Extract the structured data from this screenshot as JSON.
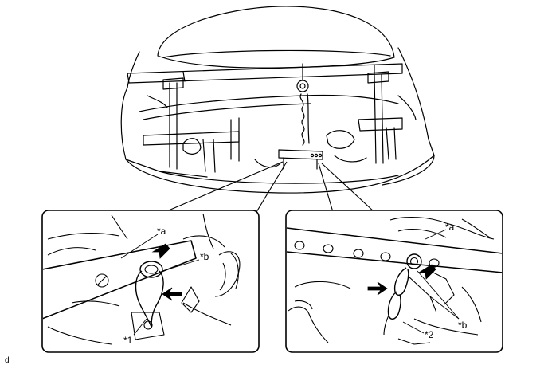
{
  "callouts": {
    "left": {
      "a": "*a",
      "b": "*b",
      "num": "*1"
    },
    "right": {
      "a": "*a",
      "b": "*b",
      "num": "*2"
    }
  },
  "figure_id": "d",
  "colors": {
    "line": "#000000",
    "background": "#ffffff"
  }
}
